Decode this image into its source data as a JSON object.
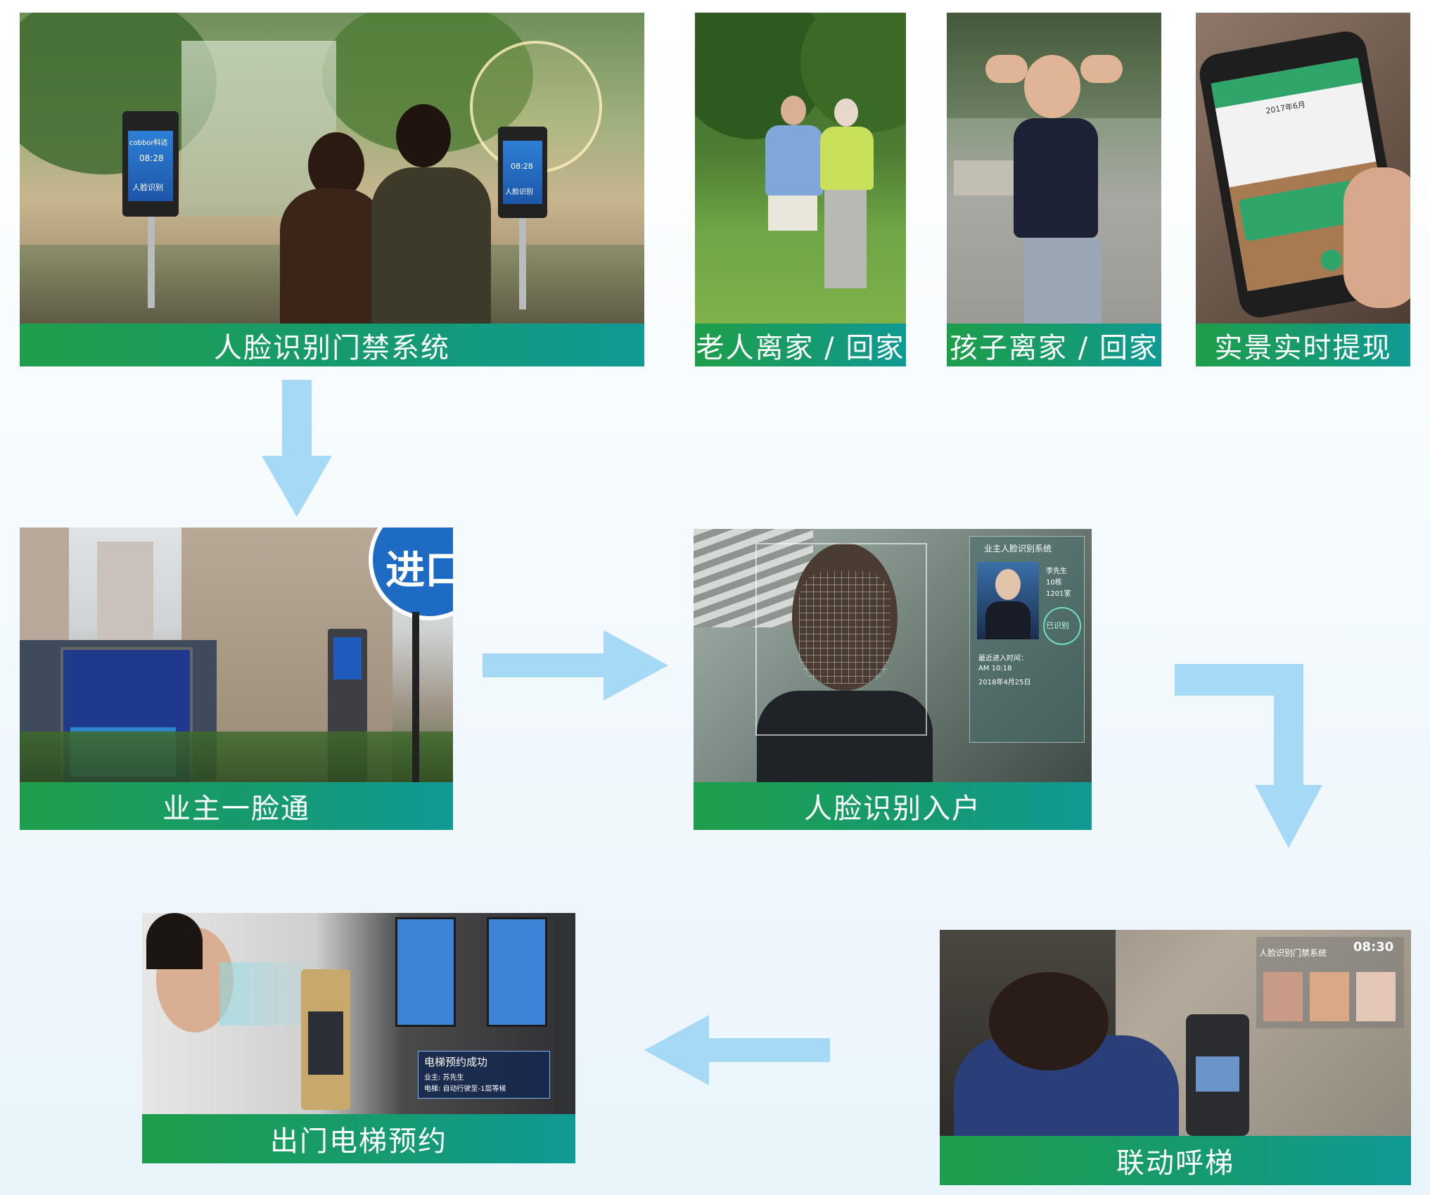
{
  "captions": {
    "access_control": "人脸识别门禁系统",
    "elderly": "老人离家 / 回家",
    "child": "孩子离家 / 回家",
    "realtime": "实景实时提现",
    "owner_face_pass": "业主一脸通",
    "face_entry": "人脸识别入户",
    "linked_elevator": "联动呼梯",
    "elevator_booking": "出门电梯预约"
  },
  "photo_texts": {
    "device_brand": "cobbor科达",
    "device_time": "08:28",
    "device_label": "人脸识别",
    "entrance_sign": "进口",
    "system_title": "业主人脸识别系统",
    "resident_name": "李先生",
    "resident_building": "10栋",
    "resident_room": "1201室",
    "recognized_stamp": "已识别",
    "recent_entry_label": "最近进入时间：",
    "recent_entry_time": "AM 10:18",
    "recent_entry_date": "2018年4月25日",
    "elevator_success": "电梯预约成功",
    "elevator_owner": "业主: 苏先生",
    "elevator_status": "电梯: 自动行驶至-1层等候",
    "access_system_title": "人脸识别门禁系统",
    "access_time": "08:30",
    "phone_calendar": "2017年6月"
  },
  "arrows": [
    "down",
    "right",
    "down-turn",
    "left"
  ]
}
